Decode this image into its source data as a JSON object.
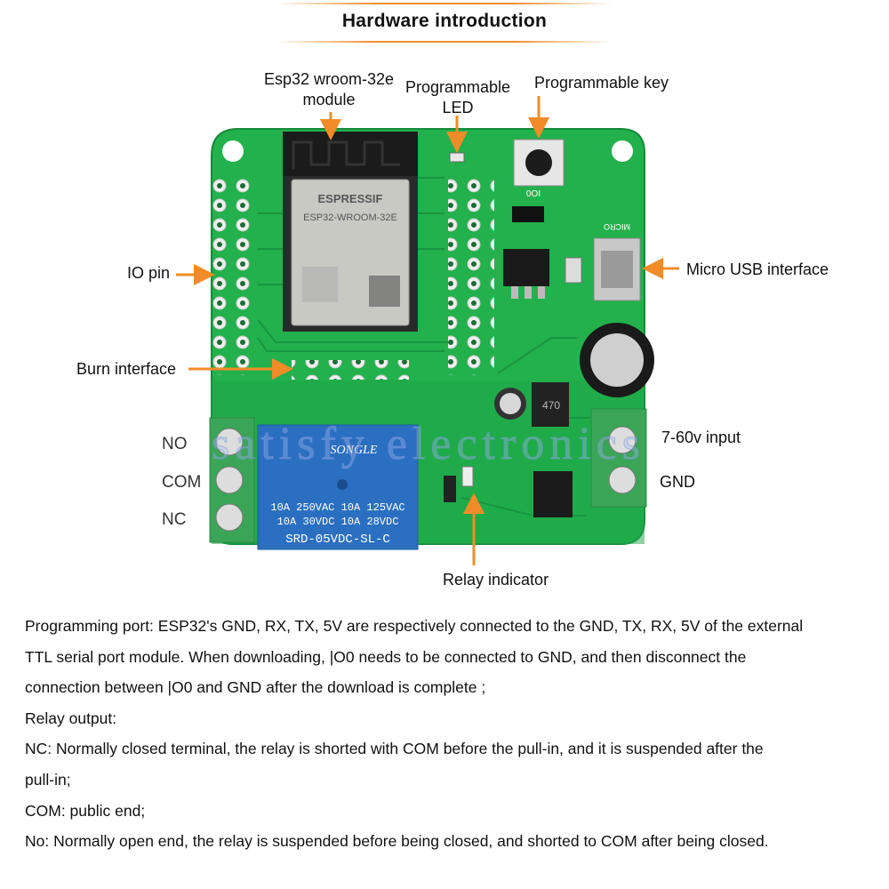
{
  "header": {
    "title": "Hardware introduction"
  },
  "callouts": {
    "esp32": "Esp32 wroom-32e\nmodule",
    "led": "Programmable\nLED",
    "key": "Programmable key",
    "io_pin": "IO pin",
    "micro_usb": "Micro USB interface",
    "burn": "Burn interface",
    "input": "7-60v input",
    "gnd": "GND",
    "relay_indicator": "Relay indicator"
  },
  "relay_terminals": {
    "no": "NO",
    "com": "COM",
    "nc": "NC"
  },
  "board": {
    "module_brand": "ESPRESSIF",
    "module_model": "ESP32-WROOM-32E",
    "relay_brand": "SONGLE",
    "relay_line1": "10A 250VAC   10A 125VAC",
    "relay_line2": "10A 30VDC    10A 28VDC",
    "relay_model": "SRD-05VDC-SL-C",
    "button_label": "IO0",
    "usb_label": "MICRO",
    "inductor_label": "470"
  },
  "watermark": "satisfy electronics",
  "description": [
    "Programming port: ESP32's GND, RX, TX, 5V are respectively connected to the GND, TX, RX, 5V of the external",
    "TTL serial port module. When downloading, |O0 needs to be connected to GND, and then disconnect the",
    "connection between |O0 and GND after the download is complete ;",
    "Relay output:",
    "NC: Normally closed terminal, the relay is shorted with COM before the pull-in, and it is suspended after the",
    "pull-in;",
    "COM: public end;",
    "No: Normally open end, the relay is suspended before being closed, and shorted to COM after being closed."
  ],
  "colors": {
    "accent": "#f28c28",
    "board_green": "#1fae4b",
    "relay_blue": "#2b6fc0"
  }
}
